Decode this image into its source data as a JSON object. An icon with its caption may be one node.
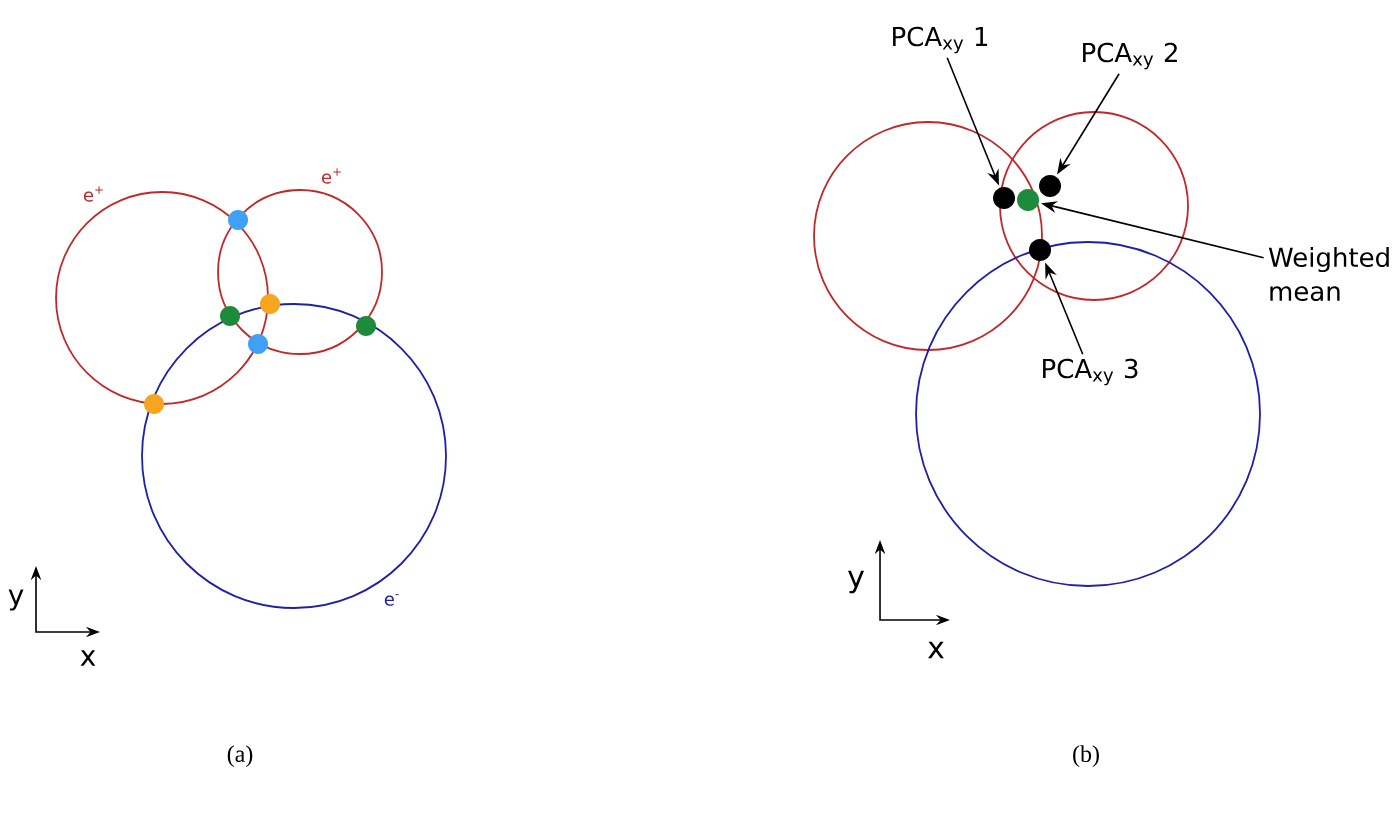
{
  "diagram": {
    "nodes": [
      {
        "text": [],
        "shape": "circle"
      },
      {
        "text": [],
        "shape": "circle"
      },
      {
        "text": [],
        "shape": "circle"
      },
      {
        "text": [],
        "shape": "circle"
      },
      {
        "text": [],
        "shape": "circle"
      },
      {
        "text": [],
        "shape": "circle"
      },
      {
        "text": [
          "PCA$_{xy}$ 1"
        ]
      },
      {
        "text": [
          "PCA$_{xy}$ 2"
        ]
      },
      {
        "text": [
          "Weighted mean"
        ]
      },
      {
        "text": [
          "PCA$_{xy}$ 3"
        ]
      },
      {
        "text": [],
        "shape": "circle"
      },
      {
        "text": [],
        "shape": "circle"
      },
      {
        "text": [],
        "shape": "circle"
      },
      {
        "text": [],
        "shape": "circle"
      }
    ],
    "edges": [
      {
        "from": 6,
        "to": 10,
        "arrow": "to"
      },
      {
        "from": 7,
        "to": 11,
        "arrow": "to"
      },
      {
        "from": 8,
        "to": 12,
        "arrow": "to"
      },
      {
        "from": 9,
        "to": 13,
        "arrow": "to"
      }
    ],
    "labels": [
      "e$^{+}$",
      "e$^{+}$",
      "e$^{-}$",
      "y",
      "x",
      "(a)",
      "y",
      "x",
      "(b)"
    ]
  }
}
